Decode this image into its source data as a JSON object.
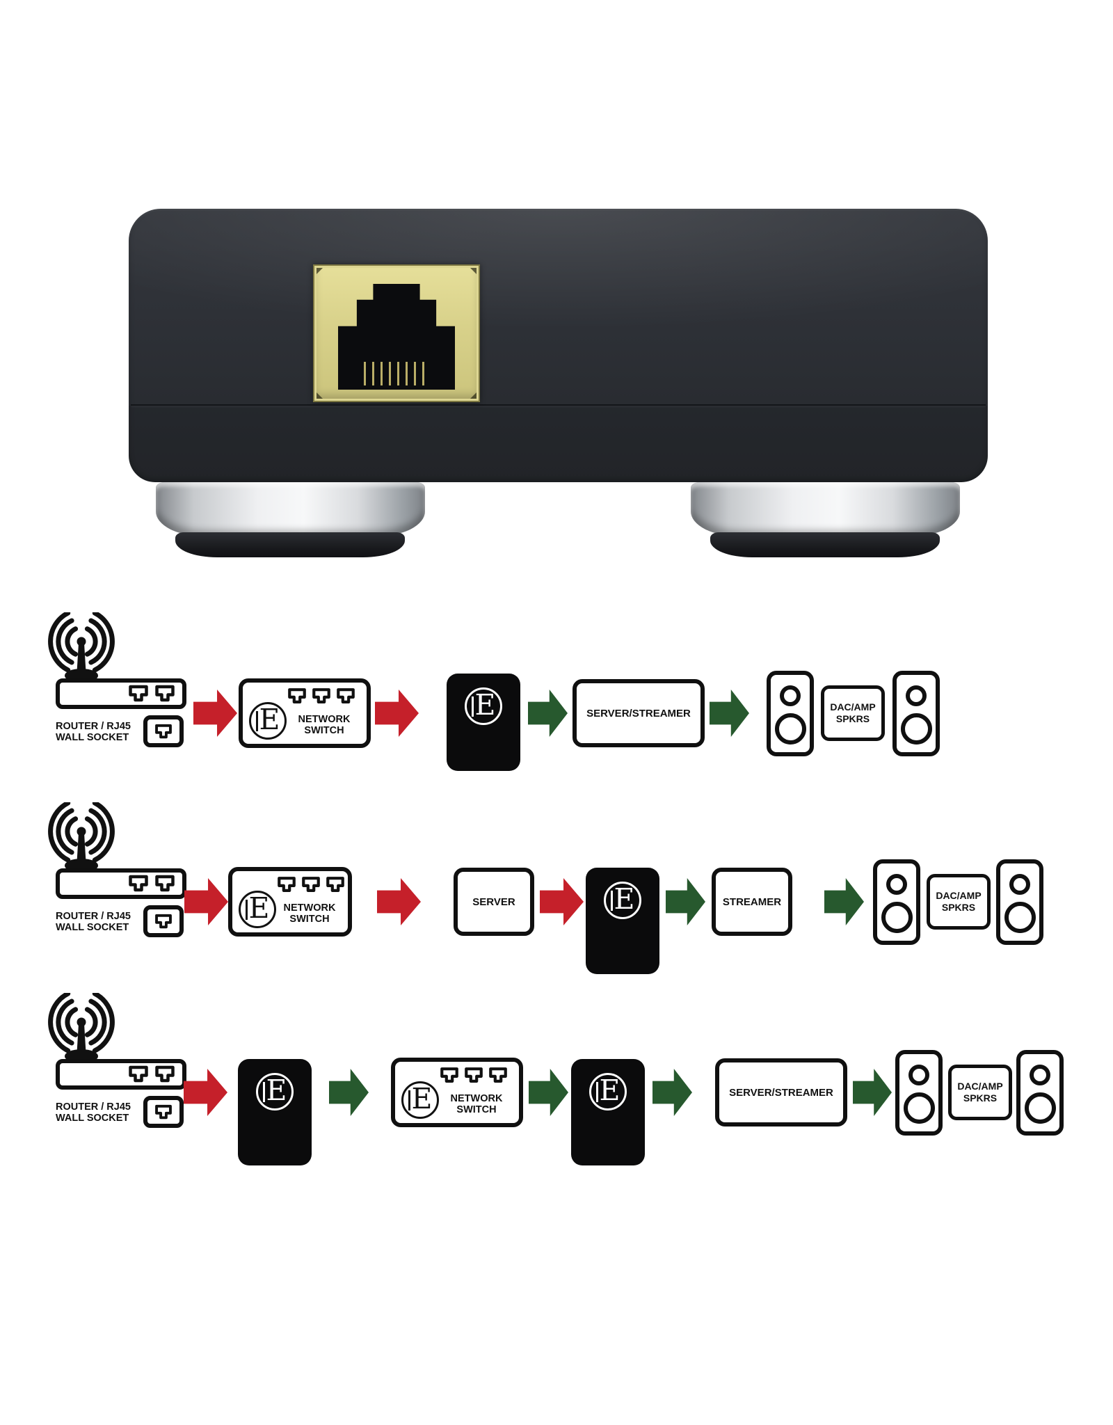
{
  "logo": {
    "letter": "E"
  },
  "labels": {
    "router_line1": "ROUTER / RJ45",
    "router_line2": "WALL SOCKET",
    "network_line1": "NETWORK",
    "network_line2": "SWITCH",
    "server_streamer": "SERVER/STREAMER",
    "server": "SERVER",
    "streamer": "STREAMER",
    "dac_line1": "DAC/AMP",
    "dac_line2": "SPKRS"
  },
  "colors": {
    "arrow_red": "#c5202a",
    "arrow_green": "#27592e",
    "gold_plate": "#d8d18a",
    "device_body": "#2d3036",
    "black_box": "#0b0b0c",
    "outline_black": "#101010"
  },
  "product_photo": {
    "subject": "network-isolator-rear-panel",
    "features": [
      "gold-rj45-jack",
      "two-silver-isolation-feet",
      "dark-charcoal-chassis"
    ]
  },
  "rows": [
    {
      "name": "setup-1",
      "sequence": [
        "router-wall-socket",
        "red-arrow",
        "ee-network-switch",
        "red-arrow",
        "ee-isolator",
        "green-arrow",
        "server-streamer",
        "green-arrow",
        "speaker",
        "dac-amp-spkrs",
        "speaker"
      ]
    },
    {
      "name": "setup-2",
      "sequence": [
        "router-wall-socket",
        "red-arrow",
        "ee-network-switch",
        "red-arrow",
        "server",
        "red-arrow",
        "ee-isolator",
        "green-arrow",
        "streamer",
        "green-arrow",
        "speaker",
        "dac-amp-spkrs",
        "speaker"
      ]
    },
    {
      "name": "setup-3",
      "sequence": [
        "router-wall-socket",
        "red-arrow",
        "ee-isolator",
        "green-arrow",
        "ee-network-switch",
        "green-arrow",
        "ee-isolator",
        "green-arrow",
        "server-streamer",
        "green-arrow",
        "speaker",
        "dac-amp-spkrs",
        "speaker"
      ]
    }
  ]
}
